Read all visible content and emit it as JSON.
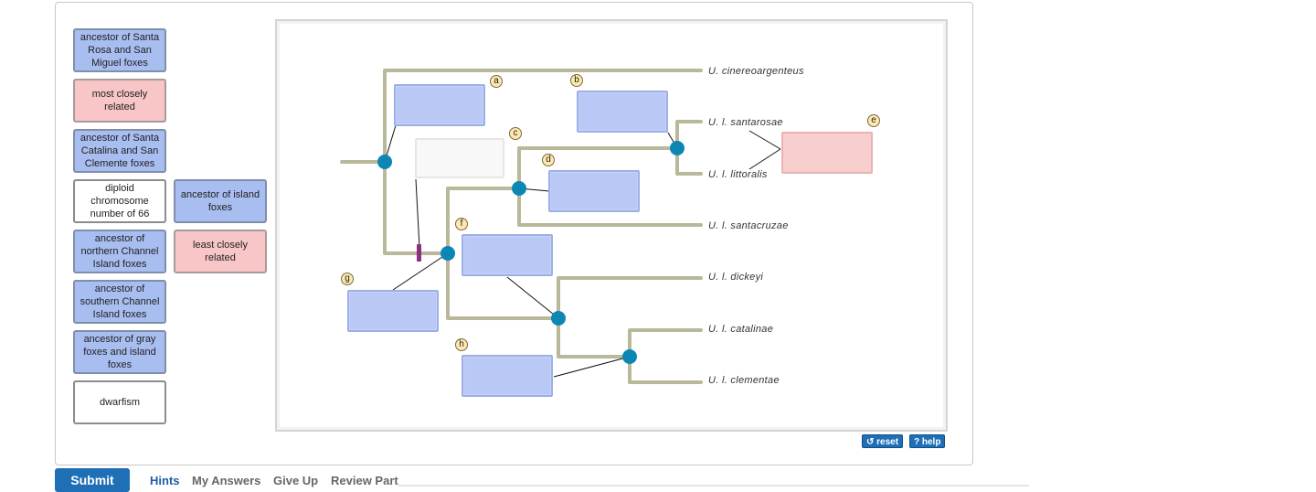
{
  "labels": {
    "ancestor_santa_rosa_miguel": "ancestor of Santa Rosa and San Miguel foxes",
    "most_closely_related": "most closely related",
    "ancestor_santa_catalina_clemente": "ancestor of Santa Catalina and San Clemente foxes",
    "diploid_chromosome": "diploid chromosome number of 66",
    "ancestor_island_foxes": "ancestor of island foxes",
    "ancestor_northern": "ancestor of northern Channel Island foxes",
    "least_closely_related": "least closely related",
    "ancestor_southern": "ancestor of southern Channel Island foxes",
    "ancestor_gray_island": "ancestor of gray foxes and island foxes",
    "dwarfism": "dwarfism"
  },
  "tree": {
    "species": [
      "U. cinereoargenteus",
      "U. l. santarosae",
      "U. l. littoralis",
      "U. l. santacruzae",
      "U. l. dickeyi",
      "U. l. catalinae",
      "U. l. clementae"
    ],
    "target_letters": [
      "a",
      "b",
      "c",
      "d",
      "e",
      "f",
      "g",
      "h"
    ],
    "colors": {
      "branch": "#b9b89b",
      "node": "#0c87b4",
      "marker": "#8b2f7e"
    }
  },
  "controls": {
    "reset": "↺ reset",
    "help": "? help"
  },
  "footer": {
    "submit": "Submit",
    "hints": "Hints",
    "my_answers": "My Answers",
    "give_up": "Give Up",
    "review_part": "Review Part"
  }
}
